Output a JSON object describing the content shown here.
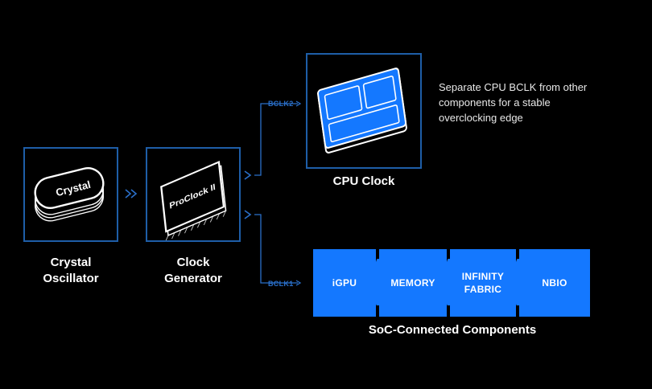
{
  "nodes": {
    "crystal": {
      "chip_text": "Crystal",
      "label_line1": "Crystal",
      "label_line2": "Oscillator"
    },
    "clock_gen": {
      "chip_text": "ProClock II",
      "label_line1": "Clock",
      "label_line2": "Generator"
    },
    "cpu_clock": {
      "label": "CPU Clock"
    }
  },
  "wires": {
    "bclk2": "BCLK2",
    "bclk1": "BCLK1"
  },
  "note": {
    "line1": "Separate CPU BCLK from other",
    "line2": "components for a stable",
    "line3": "overclocking edge"
  },
  "soc": {
    "title": "SoC-Connected Components",
    "blocks": [
      "iGPU",
      "MEMORY",
      "INFINITY\nFABRIC",
      "NBIO"
    ]
  },
  "colors": {
    "border": "#1e5ea8",
    "accent": "#1478ff",
    "background": "#000000"
  }
}
